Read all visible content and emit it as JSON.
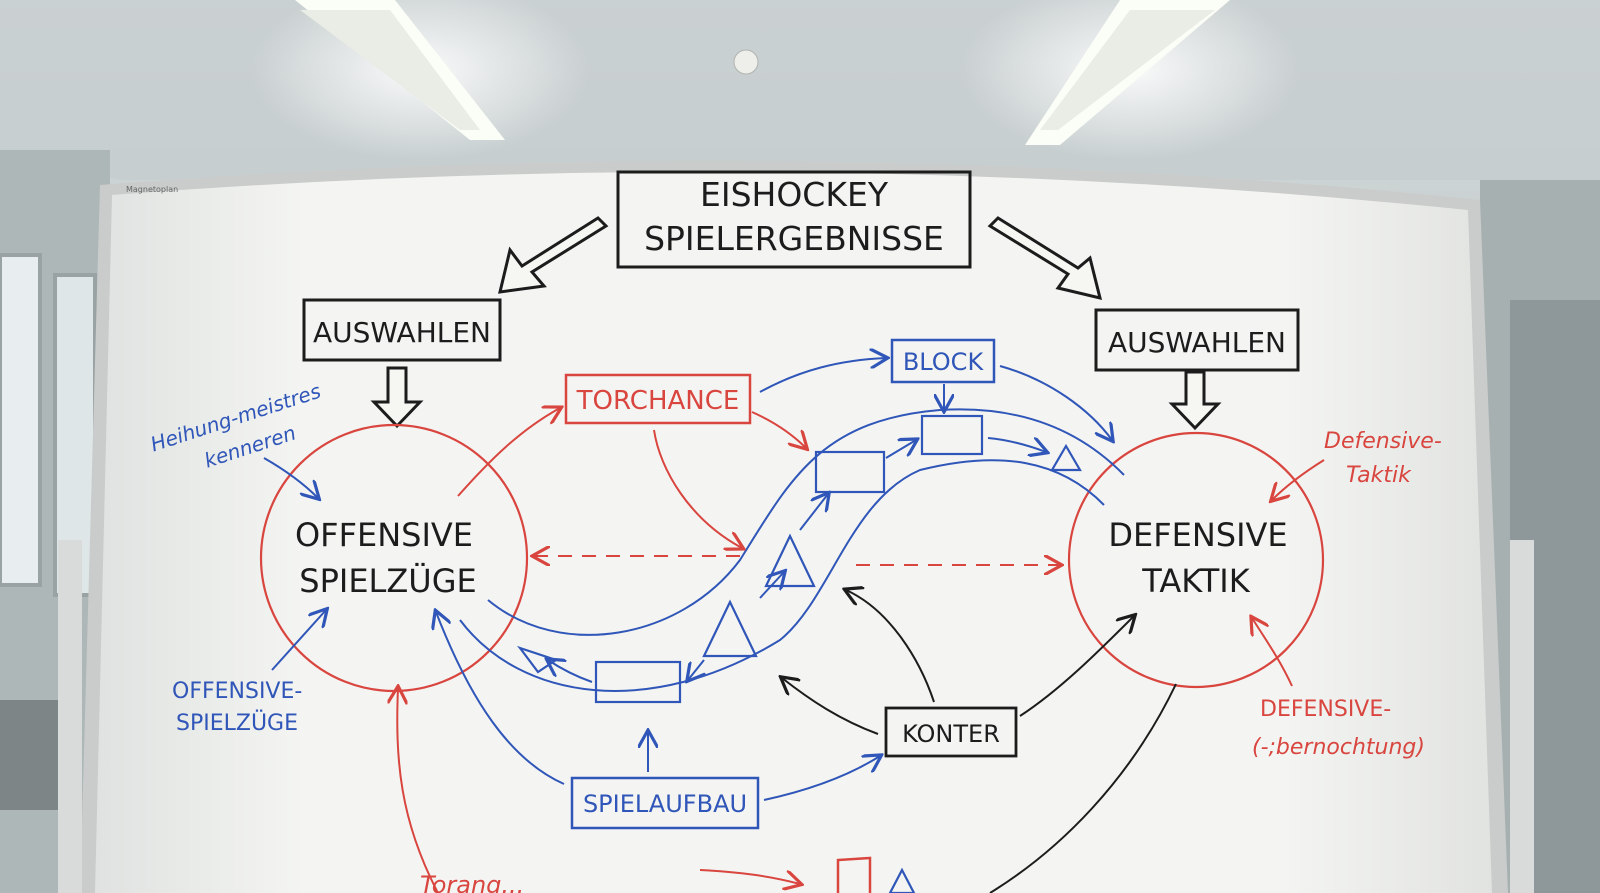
{
  "board": {
    "brand": "Magnetoplan",
    "title_line1": "EISHOCKEY",
    "title_line2": "SPIELERGEBNISSE"
  },
  "boxes": {
    "select_left": "AUSWAHLEN",
    "select_right": "AUSWAHLEN",
    "torchance": "TORCHANCE",
    "block": "BLOCK",
    "konter": "KONTER",
    "spielaufbau": "SPIELAUFBAU"
  },
  "circles": {
    "offense_line1": "OFFENSIVE",
    "offense_line2": "SPIELZÜGE",
    "defense_line1": "DEFENSIVE",
    "defense_line2": "TAKTIK"
  },
  "notes": {
    "blue_top_line1": "Heihung-meistres",
    "blue_top_line2": "kenneren",
    "blue_bottom_line1": "OFFENSIVE-",
    "blue_bottom_line2": "SPIELZÜGE",
    "red_top_line1": "Defensive-",
    "red_top_line2": "Taktik",
    "red_bottom_line1": "DEFENSIVE-",
    "red_bottom_line2": "(-;bernochtung)",
    "red_bottom_left": "Torang..."
  },
  "colors": {
    "marker_black": "#1c1c1c",
    "marker_red": "#d9453f",
    "marker_blue": "#2f56b8",
    "board": "#f3f4f1",
    "frame": "#c9ccca"
  },
  "icons": [
    "ceiling-light-icon",
    "window-icon",
    "smoke-detector-icon"
  ]
}
